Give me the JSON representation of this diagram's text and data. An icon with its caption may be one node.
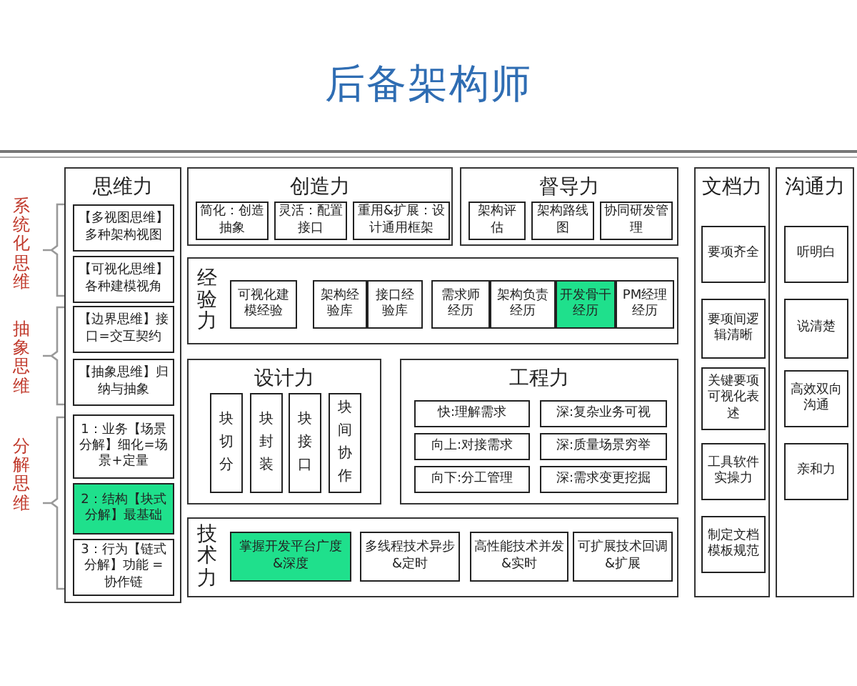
{
  "diagram": {
    "title": "后备架构师",
    "nodes": [
      {
        "text": [
          "思维力"
        ]
      },
      {
        "text": [
          "【多视图思维】多种架构视图"
        ],
        "in": 0
      },
      {
        "text": [
          "【可视化思维】各种建模视角"
        ],
        "in": 0
      },
      {
        "text": [
          "【边界思维】接口=交互契约"
        ],
        "in": 0
      },
      {
        "text": [
          "【抽象思维】归纳与抽象"
        ],
        "in": 0
      },
      {
        "text": [
          "1：业务【场景分解】细化=场景+定量"
        ],
        "in": 0
      },
      {
        "text": [
          "2：结构【块式分解】最基础"
        ],
        "in": 0
      },
      {
        "text": [
          "3：行为【链式分解】功能 = 协作链"
        ],
        "in": 0
      },
      {
        "text": [
          "创造力"
        ]
      },
      {
        "text": [
          "简化：创造抽象"
        ],
        "in": 8
      },
      {
        "text": [
          "灵活：配置接口"
        ],
        "in": 8
      },
      {
        "text": [
          "重用&扩展：设计通用框架"
        ],
        "in": 8
      },
      {
        "text": [
          "督导力"
        ]
      },
      {
        "text": [
          "架构评估"
        ],
        "in": 12
      },
      {
        "text": [
          "架构路线图"
        ],
        "in": 12
      },
      {
        "text": [
          "协同研发管理"
        ],
        "in": 12
      },
      {
        "text": [
          "经验力"
        ]
      },
      {
        "text": [
          "可视化建模经验"
        ],
        "in": 16
      },
      {
        "text": [
          "架构经验库"
        ],
        "in": 16
      },
      {
        "text": [
          "接口经验库"
        ],
        "in": 16
      },
      {
        "text": [
          "需求师经历"
        ],
        "in": 16
      },
      {
        "text": [
          "架构负责经历"
        ],
        "in": 16
      },
      {
        "text": [
          "开发骨干经历"
        ],
        "in": 16
      },
      {
        "text": [
          "PM经理经历"
        ],
        "in": 16
      },
      {
        "text": [
          "设计力"
        ]
      },
      {
        "text": [
          "块切分"
        ],
        "in": 24
      },
      {
        "text": [
          "块封装"
        ],
        "in": 24
      },
      {
        "text": [
          "块接口"
        ],
        "in": 24
      },
      {
        "text": [
          "块间协作"
        ],
        "in": 24
      },
      {
        "text": [
          "工程力"
        ]
      },
      {
        "text": [
          "快:理解需求"
        ],
        "in": 29
      },
      {
        "text": [
          "深:复杂业务可视"
        ],
        "in": 29
      },
      {
        "text": [
          "向上:对接需求"
        ],
        "in": 29
      },
      {
        "text": [
          "深:质量场景穷举"
        ],
        "in": 29
      },
      {
        "text": [
          "向下:分工管理"
        ],
        "in": 29
      },
      {
        "text": [
          "深:需求变更挖掘"
        ],
        "in": 29
      },
      {
        "text": [
          "技术力"
        ]
      },
      {
        "text": [
          "掌握开发平台广度&深度"
        ],
        "in": 36
      },
      {
        "text": [
          "多线程技术异步&定时"
        ],
        "in": 36
      },
      {
        "text": [
          "高性能技术并发&实时"
        ],
        "in": 36
      },
      {
        "text": [
          "可扩展技术回调&扩展"
        ],
        "in": 36
      },
      {
        "text": [
          "文档力"
        ]
      },
      {
        "text": [
          "要项齐全"
        ],
        "in": 41
      },
      {
        "text": [
          "要项间逻辑清晰"
        ],
        "in": 41
      },
      {
        "text": [
          "关键要项可视化表述"
        ],
        "in": 41
      },
      {
        "text": [
          "工具软件实操力"
        ],
        "in": 41
      },
      {
        "text": [
          "制定文档模板规范"
        ],
        "in": 41
      },
      {
        "text": [
          "沟通力"
        ]
      },
      {
        "text": [
          "听明白"
        ],
        "in": 47
      },
      {
        "text": [
          "说清楚"
        ],
        "in": 47
      },
      {
        "text": [
          "高效双向沟通"
        ],
        "in": 47
      },
      {
        "text": [
          "亲和力"
        ],
        "in": 47
      }
    ],
    "edges": [],
    "labels": [
      "系统化思维",
      "抽象思维",
      "分解思维"
    ]
  }
}
